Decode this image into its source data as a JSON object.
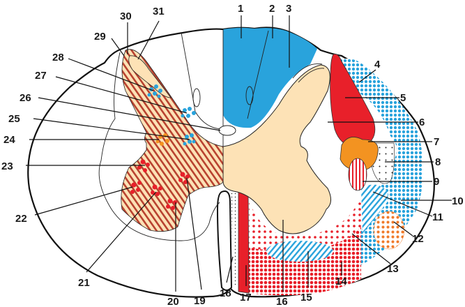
{
  "title": "Spinal cord cross-section",
  "colors": {
    "gray_matter": "#fde2b6",
    "dorsal_blue": "#29a3dc",
    "red": "#e8202a",
    "orange": "#f39321",
    "hatch_red": "#c0392b"
  },
  "labels": [
    "1",
    "2",
    "3",
    "4",
    "5",
    "6",
    "7",
    "8",
    "9",
    "10",
    "11",
    "12",
    "13",
    "14",
    "15",
    "16",
    "17",
    "18",
    "19",
    "20",
    "21",
    "22",
    "23",
    "24",
    "25",
    "26",
    "27",
    "28",
    "29",
    "30",
    "31"
  ]
}
